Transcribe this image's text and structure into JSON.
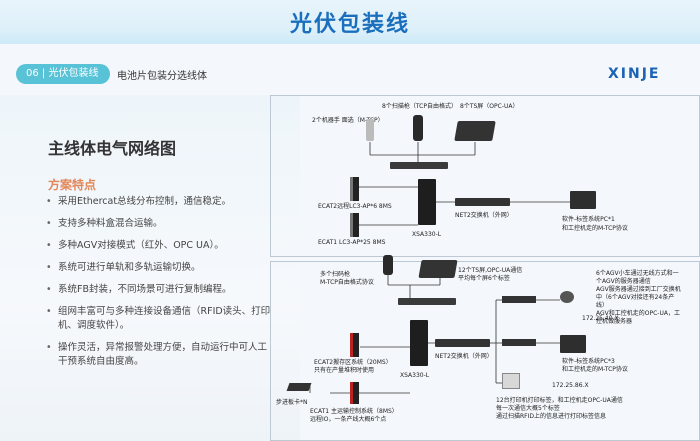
{
  "header": {
    "title": "光伏包装线"
  },
  "section": {
    "tag": "06 | 光伏包装线",
    "subtitle": "电池片包装分选线体"
  },
  "brand": {
    "logo": "XINJE"
  },
  "main": {
    "heading": "主线体电气网络图",
    "features_title": "方案特点",
    "features": [
      "采用Ethercat总线分布控制，通信稳定。",
      "支持多种料盒混合运输。",
      "多种AGV对接模式（红外、OPC UA）。",
      "系统可进行单轨和多轨运输切换。",
      "系统FB封装，不同场景可进行复制编程。",
      "组网丰富可与多种连接设备通信（RFID读头、打印机、调度软件）。",
      "操作灵活，异常报警处理方便，自动运行中可人工干预系统自由度高。"
    ]
  },
  "diagram_top": {
    "robot": "2个机器手\n面选（M-TCP）",
    "scanners": "8个扫描枪（TCP自由格式）",
    "ts_screens": "8个TS屏（OPC-UA）",
    "remote_1": "ECAT2远程LC3-AP*6  8MS",
    "remote_2": "ECAT1 LC3-AP*25  8MS",
    "plc": "XSA330-L",
    "switch": "NET2交换机（外网）",
    "pc_1": "软件-标签系统PC*1",
    "pc_1b": "和工控机走的M-TCP协议"
  },
  "diagram_bottom": {
    "scanners": "多个扫码枪\nM-TCP自由格式协议",
    "ts_screens": "12个TS屏,OPC-UA通信\n平均每个屏6个标签",
    "agv": "6个AGV小车通过无线方式和一\n个AGV的服务器通信\nAGV服务器通过接到工厂交换机\n中（6个AGV对接还有24条产\n线）\nAGV和工控机走的OPC-UA，工\n控机做服务器",
    "ip_1": "172.25.40.X",
    "pc_2": "软件-标签系统PC*3",
    "pc_2b": "和工控机走的M-TCP协议",
    "ip_2": "172.25.86.X",
    "printer": "12台打印机打印标签，和工控机走OPC-UA通信\n每一次通信大概5个标签\n通过扫描RFID上的信息进行打印标签信息",
    "remote_2": "ECAT2搬存区系统（20MS）\n只有在产量堆积时使用",
    "remote_1": "ECAT1 主运输控制系统（8MS）\n远程IO，一条产线大概6个点",
    "plc": "XSA330-L",
    "switch": "NET2交换机（外网）",
    "stepper": "步进板卡*N"
  },
  "colors": {
    "title": "#1a6fbd",
    "pill": "#58c2d6",
    "features_title": "#e2875a",
    "logo": "#1b63b5"
  }
}
